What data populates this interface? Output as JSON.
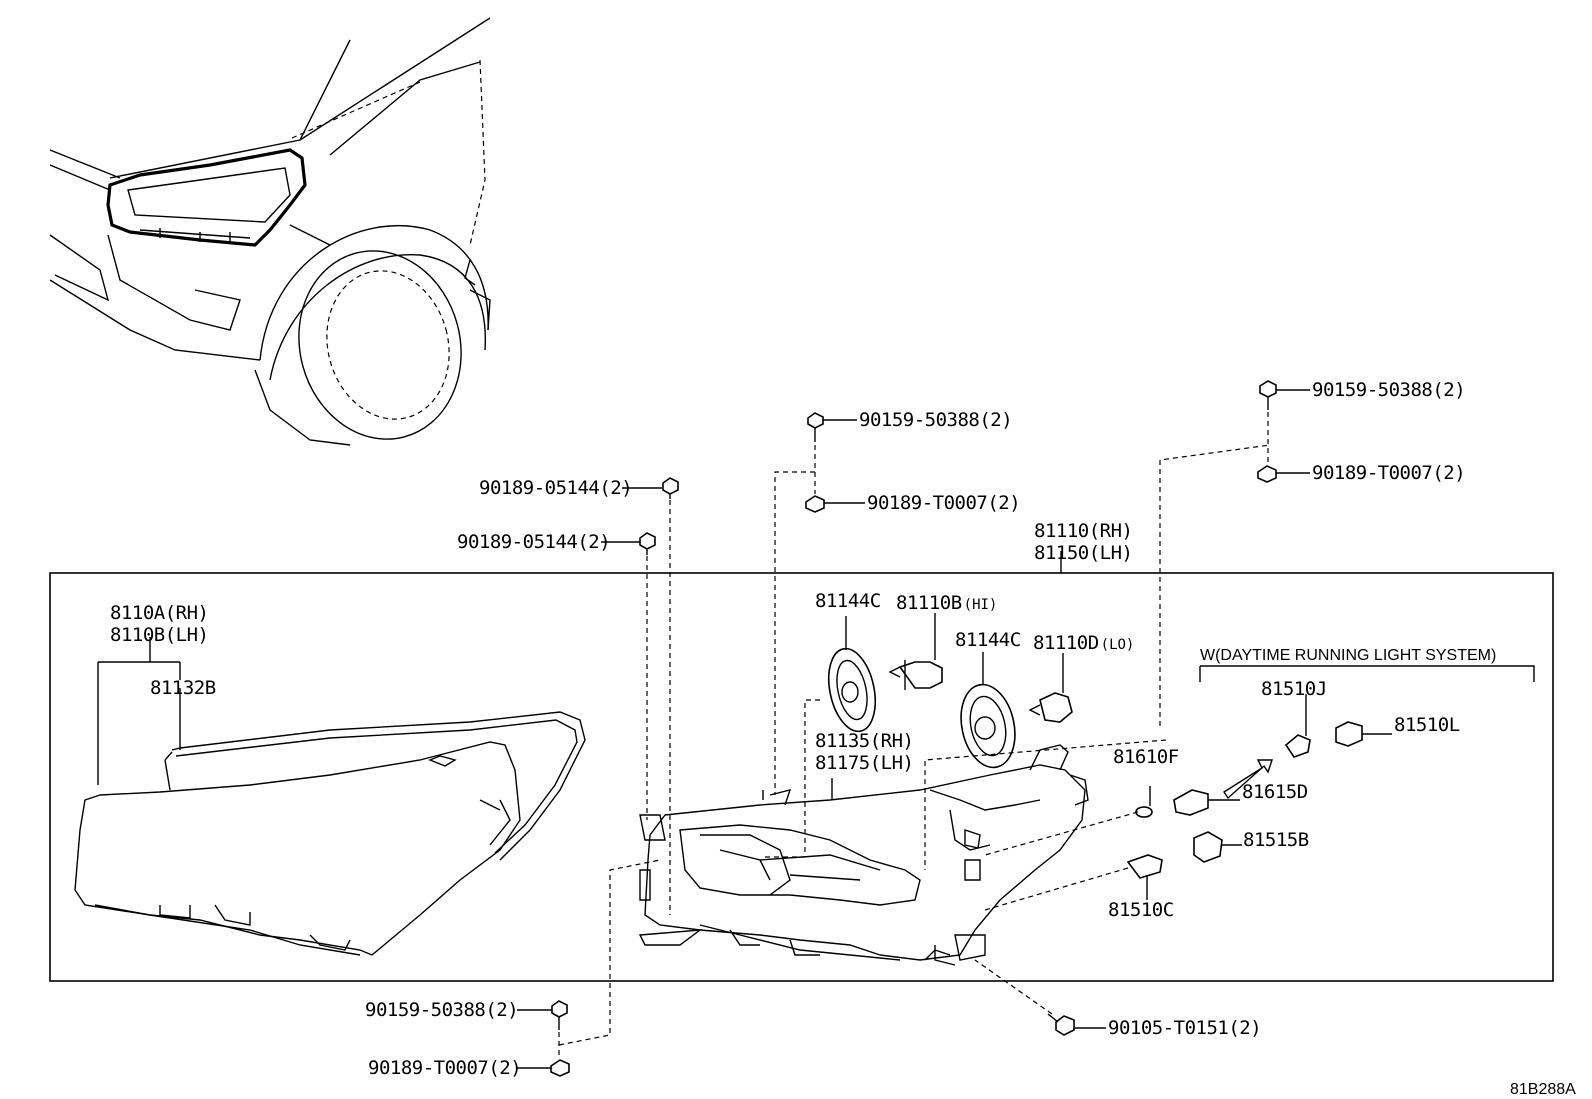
{
  "diagram_code": "81B288A",
  "assembly_label": {
    "rh": "81110(RH)",
    "lh": "81150(LH)"
  },
  "lens_label": {
    "rh": "8110A(RH)",
    "lh": "8110B(LH)"
  },
  "gasket_label": "81132B",
  "housing_label": {
    "rh": "81135(RH)",
    "lh": "81175(LH)"
  },
  "cover_label_1": "81144C",
  "cover_label_2": "81144C",
  "bulb_hi": {
    "code": "81110B",
    "suffix": "(HI)"
  },
  "bulb_lo": {
    "code": "81110D",
    "suffix": "(LO)"
  },
  "drl_caption": "W(DAYTIME RUNNING LIGHT SYSTEM)",
  "drl_parts": {
    "bulb": "81510J",
    "socket": "81510L",
    "socket_2": "81615D",
    "socket_3": "81515B",
    "bulb_2": "81510C",
    "bulb_3": "81610F"
  },
  "fasteners": {
    "left_nut_1": "90189-05144(2)",
    "left_nut_2": "90189-05144(2)",
    "center_screw": "90159-50388(2)",
    "center_nut": "90189-T0007(2)",
    "right_screw": "90159-50388(2)",
    "right_nut": "90189-T0007(2)",
    "bottom_screw": "90159-50388(2)",
    "bottom_nut": "90189-T0007(2)",
    "bottom_bolt": "90105-T0151(2)"
  }
}
